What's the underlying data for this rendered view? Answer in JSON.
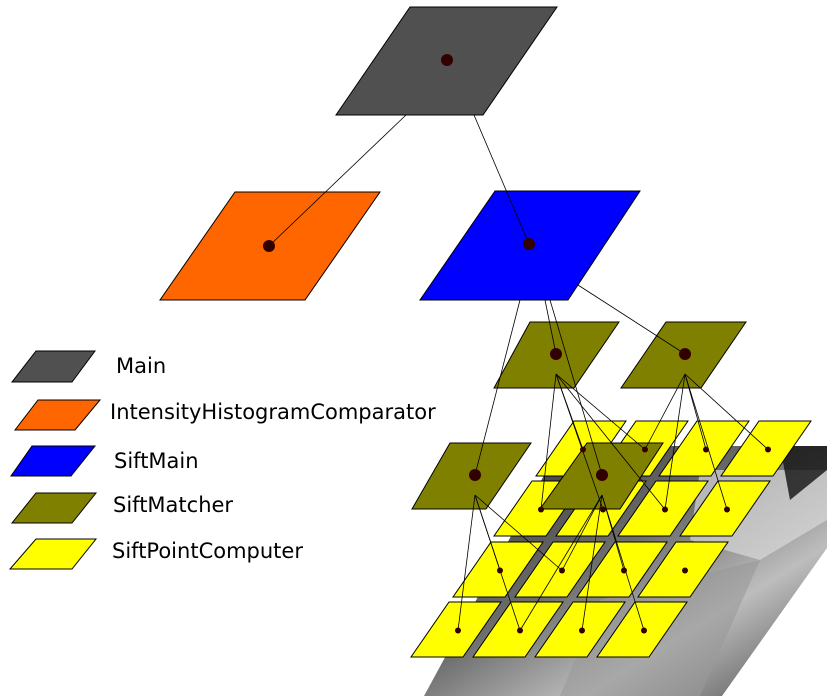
{
  "colors": {
    "main": "#505050",
    "intensity_histogram_comparator": "#ff6600",
    "sift_main": "#0000ff",
    "sift_matcher": "#808000",
    "sift_point_computer": "#ffff00",
    "node_dot": "#330000",
    "connector": "#000000"
  },
  "background_image": "grayscale-camera-photo",
  "legend": [
    {
      "label": "Main",
      "color_key": "main"
    },
    {
      "label": "IntensityHistogramComparator",
      "color_key": "intensity_histogram_comparator"
    },
    {
      "label": "SiftMain",
      "color_key": "sift_main"
    },
    {
      "label": "SiftMatcher",
      "color_key": "sift_matcher"
    },
    {
      "label": "SiftPointComputer",
      "color_key": "sift_point_computer"
    }
  ]
}
